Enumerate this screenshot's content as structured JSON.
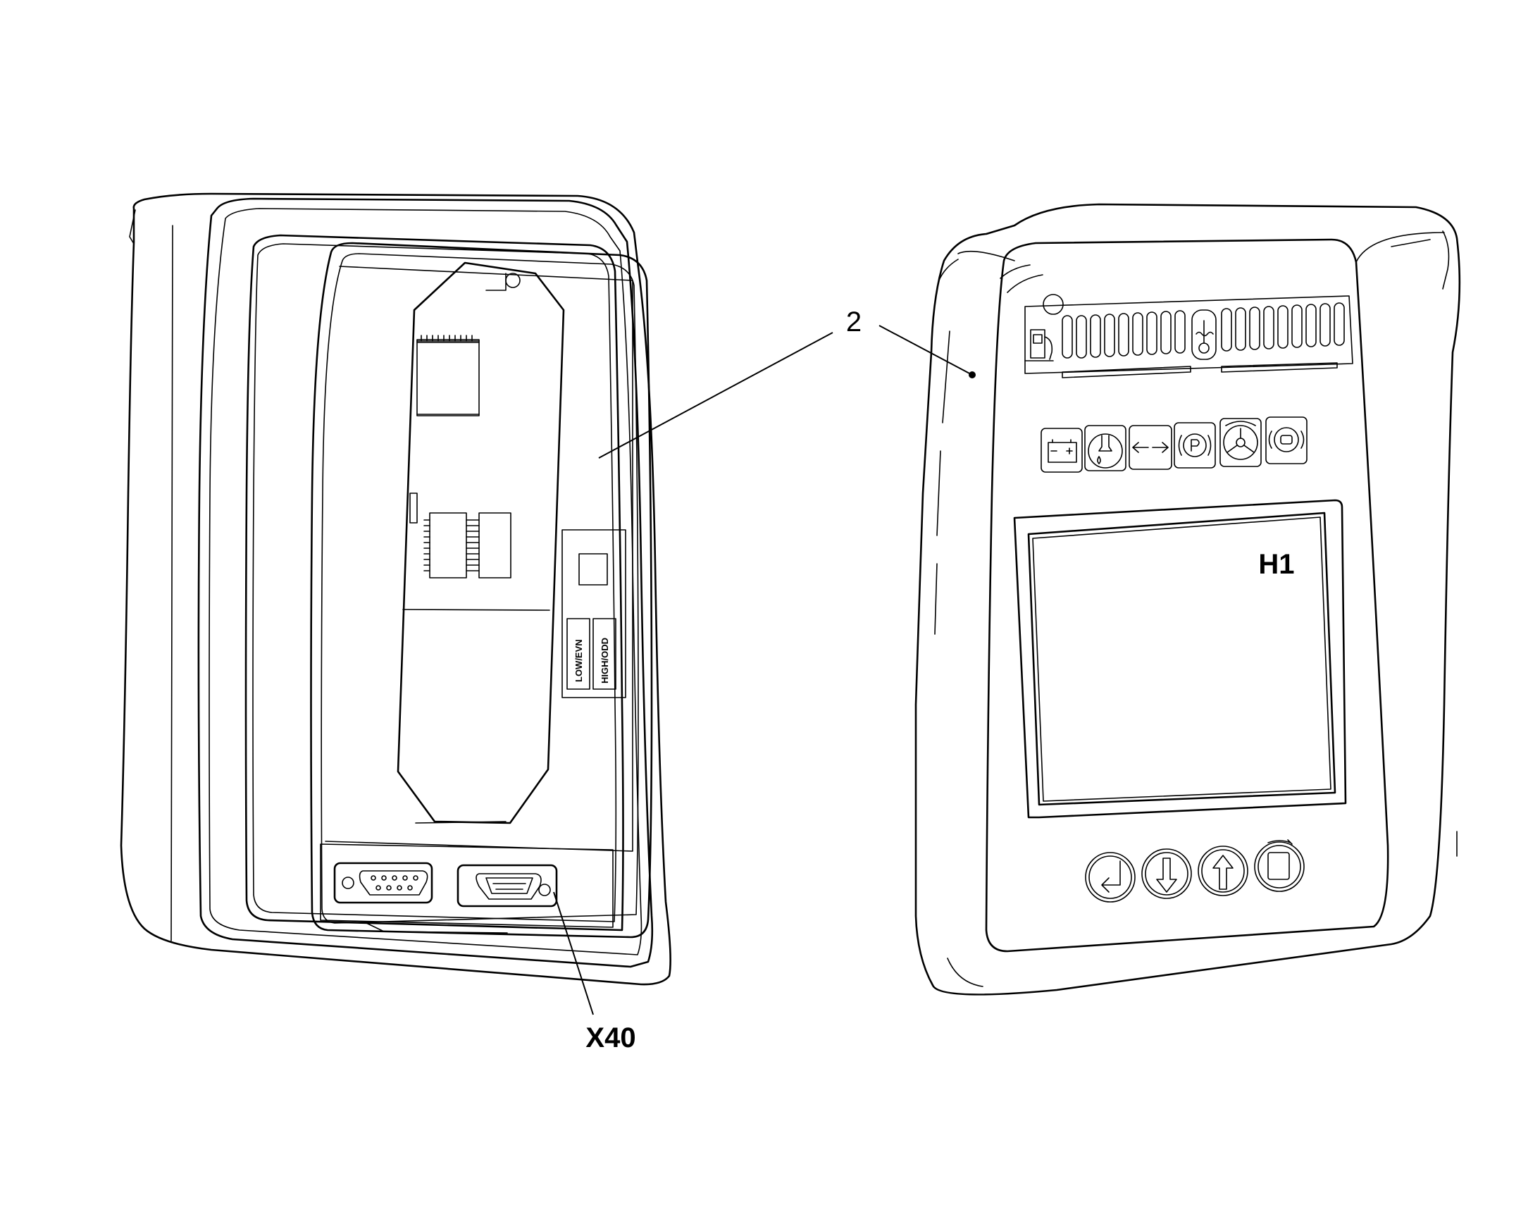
{
  "callouts": {
    "part_number": "2",
    "connector": "X40",
    "display": "H1"
  },
  "switch_labels": {
    "low": "LOW/EVN",
    "high": "HIGH/ODD"
  },
  "icons": {
    "indicators": [
      "fuel-icon",
      "temperature-icon"
    ],
    "warning_lamps": [
      "battery-icon",
      "oil-pressure-icon",
      "direction-arrows-icon",
      "parking-brake-icon",
      "steering-icon",
      "brake-icon"
    ],
    "keypad": [
      "enter-key-icon",
      "arrow-down-icon",
      "arrow-up-icon",
      "page-key-icon"
    ]
  }
}
